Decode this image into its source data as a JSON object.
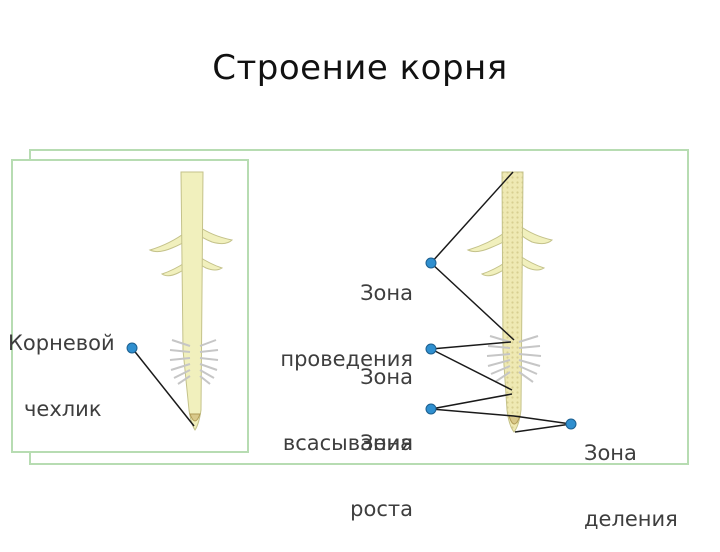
{
  "title": "Строение корня",
  "labels": {
    "cap": {
      "line1": "Корневой",
      "line2": "чехлик"
    },
    "conduction": {
      "line1": "Зона",
      "line2": "проведения"
    },
    "absorption": {
      "line1": "Зона",
      "line2": "всасывания"
    },
    "growth": {
      "line1": "Зона",
      "line2": "роста"
    },
    "division": {
      "line1": "Зона",
      "line2": "деления"
    }
  },
  "colors": {
    "frame": "#b7dcb2",
    "root_fill": "#f1f0bd",
    "root_stroke": "#c4c28a",
    "hair": "#c6c6c6",
    "pointer_line": "#1a1a1a",
    "marker": "#2f8fcf",
    "label_text": "#3e3e3e"
  }
}
